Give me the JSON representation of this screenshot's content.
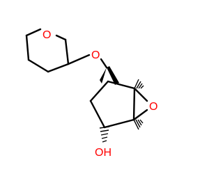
{
  "molecule": {
    "atoms": {
      "ring_oxygen": "O",
      "ether_oxygen": "O",
      "epoxide_oxygen": "O",
      "hydroxyl": "OH"
    },
    "colors": {
      "bond": "#000000",
      "oxygen": "#ff0000",
      "background": "#ffffff"
    }
  }
}
